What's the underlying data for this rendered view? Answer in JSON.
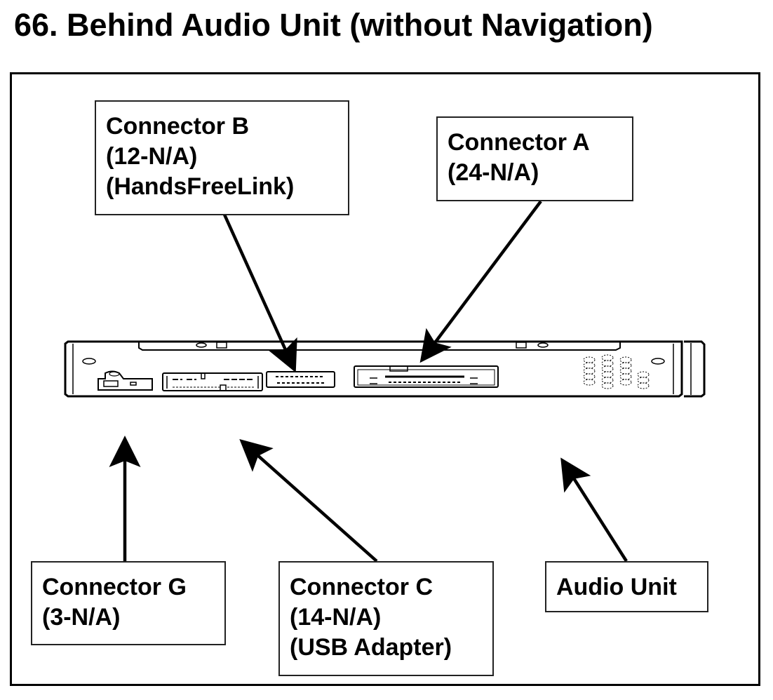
{
  "title": "66.  Behind Audio Unit (without Navigation)",
  "labels": {
    "connector_b": [
      "Connector B",
      "(12-N/A)",
      "(HandsFreeLink)"
    ],
    "connector_a": [
      "Connector A",
      "(24-N/A)"
    ],
    "connector_g": [
      "Connector G",
      "(3-N/A)"
    ],
    "connector_c": [
      "Connector C",
      "(14-N/A)",
      "(USB Adapter)"
    ],
    "audio_unit": [
      "Audio Unit"
    ]
  }
}
